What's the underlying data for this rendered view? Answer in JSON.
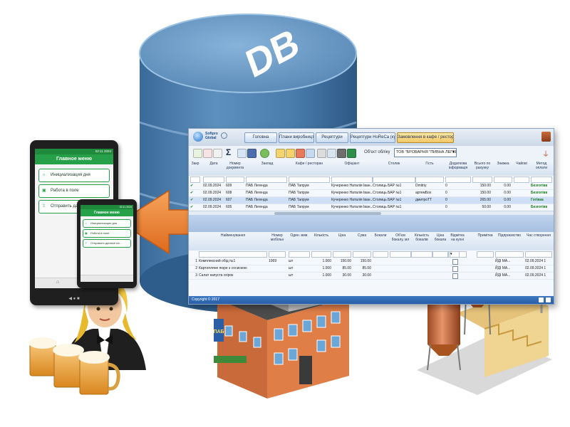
{
  "colors": {
    "db_top": "#6f9fc8",
    "db_side": "#4a7fb0",
    "accent_arrow": "#ef7f2e",
    "menu_active": "#f2c766",
    "app_footer": "#285ea6",
    "phone_green": "#27a04a"
  },
  "db_label": "DB",
  "app": {
    "logo_line1": "Softpro",
    "logo_line2": "Global",
    "menu": [
      {
        "label": "Головна",
        "active": false
      },
      {
        "label": "Плани виробництва",
        "active": false
      },
      {
        "label": "Рецептури",
        "active": false
      },
      {
        "label": "Рецептури HoReCa (кухня)",
        "active": false
      },
      {
        "label": "Замовлення в кафе / ресторані",
        "active": true
      }
    ],
    "object_label": "Об'єкт обліку",
    "object_value": "ТОВ \"БРОВАРНЯ \"ПИВНА ЛЕГЕНДА\"",
    "columns": [
      "Закр",
      "Дата",
      "Номер документа",
      "Заклад",
      "Кафе / ресторан",
      "Офіціант",
      "Столик",
      "Гість",
      "Додаткова інформація",
      "Всього по рахунку",
      "Знижка",
      "Чайові",
      "Метод оплати"
    ],
    "rows": [
      {
        "closed": "✔",
        "date": "02.09.2024",
        "number": "609",
        "place": "ПАБ Легенда",
        "cafe": "ПАБ Тапрум",
        "waiter": "Кучеренко Наталія Іван...",
        "table": "Столиць БАР №1",
        "guest": "Dmitriy",
        "info": "0",
        "total": "150.00",
        "discount": "0.00",
        "tips": "",
        "pay": "Безготівк",
        "selected": false
      },
      {
        "closed": "✔",
        "date": "02.09.2024",
        "number": "608",
        "place": "ПАБ Легенда",
        "cafe": "ПАБ Тапрум",
        "waiter": "Кучеренко Наталія Іван...",
        "table": "Столиць БАР №1",
        "guest": "артемБох",
        "info": "0",
        "total": "150.00",
        "discount": "0.00",
        "tips": "",
        "pay": "Безготівк",
        "selected": false
      },
      {
        "closed": "✔",
        "date": "02.09.2024",
        "number": "607",
        "place": "ПАБ Легенда",
        "cafe": "ПАБ Тапрум",
        "waiter": "Кучеренко Наталія Іван...",
        "table": "Столиць БАР №1",
        "guest": "дмитроТТ",
        "info": "0",
        "total": "265.00",
        "discount": "0.00",
        "tips": "",
        "pay": "Готівка",
        "selected": true
      },
      {
        "closed": "✔",
        "date": "02.09.2024",
        "number": "605",
        "place": "ПАБ Легенда",
        "cafe": "ПАБ Тапрум",
        "waiter": "Кучеренко Наталія Іван...",
        "table": "Столиць БАР №1",
        "guest": "",
        "info": "0",
        "total": "50.00",
        "discount": "0.00",
        "tips": "",
        "pay": "Безготівк",
        "selected": false
      }
    ],
    "columns2": [
      "",
      "Найменування",
      "Номер мобільн",
      "Один. вим.",
      "Кількість",
      "Ціна",
      "Сума",
      "Бокали",
      "Об'єм бокалу, мл",
      "Кількість бокалів",
      "Ціна бокала",
      "Відмітка на кухні",
      "",
      "Примітка",
      "Підприємство",
      "Час створення"
    ],
    "rows2": [
      {
        "n": "1",
        "name": "Комплексний обід №1",
        "mobile": "1069",
        "unit": "шт",
        "qty": "1.000",
        "price": "150.00",
        "sum": "150.00",
        "org": "ЙДІ МА...",
        "time": "02.09.2024 1"
      },
      {
        "n": "2",
        "name": "Картопляне пюре з сосискою",
        "mobile": "",
        "unit": "шт",
        "qty": "1.000",
        "price": "85.00",
        "sum": "85.00",
        "org": "ЙДІ МА...",
        "time": "02.09.2024 1"
      },
      {
        "n": "3",
        "name": "Салат капуста огірок",
        "mobile": "",
        "unit": "шт",
        "qty": "1.000",
        "price": "30.00",
        "sum": "30.00",
        "org": "ЙДІ МА...",
        "time": "02.09.2024 1"
      }
    ],
    "footer": "Copyright © 2017"
  },
  "phone_large": {
    "time": "02:11 2024",
    "title": "Главное меню",
    "items": [
      {
        "icon": "sun-icon",
        "label": "Инициализация дня"
      },
      {
        "icon": "briefcase-icon",
        "label": "Работа в поле"
      },
      {
        "icon": "upload-icon",
        "label": "Отправить данные на..."
      }
    ]
  },
  "phone_small": {
    "time": "02:11 2024",
    "title": "Главное меню",
    "items": [
      {
        "icon": "sun-icon",
        "label": "Инициализация дня"
      },
      {
        "icon": "briefcase-icon",
        "label": "Работа в поле"
      },
      {
        "icon": "upload-icon",
        "label": "Отправить данные на..."
      }
    ]
  },
  "building_sign": "ПАБ"
}
